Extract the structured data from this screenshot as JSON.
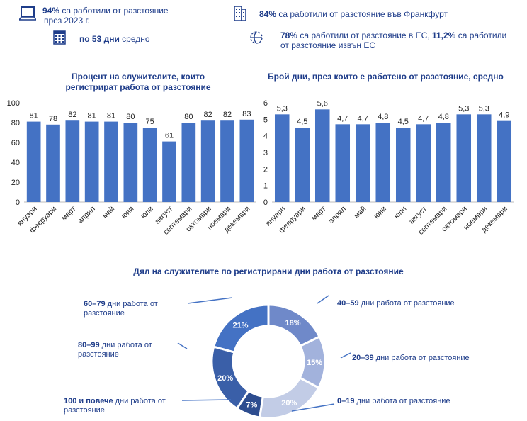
{
  "stats": [
    {
      "bold": "94%",
      "text": " са работили от разстояние",
      "text2": "през 2023 г.",
      "icon": "laptop-icon"
    },
    {
      "bold": "84%",
      "text": " са работили от разстояние във Франкфурт",
      "icon": "building-icon"
    },
    {
      "bold": "по 53 дни",
      "text": " средно",
      "icon": "calendar-icon"
    },
    {
      "bold": "78%",
      "text": " са работили от разстояние в ЕС, ",
      "bold2": "11,2%",
      "text2": " са работили",
      "text3": "от разстояние извън ЕС",
      "icon": "globe-icon"
    }
  ],
  "colors": {
    "bar": "#4472c4",
    "text": "#1f3d8a"
  },
  "chart_data": [
    {
      "type": "bar",
      "title": "Процент на служителите, които регистрират работа от разстояние",
      "categories": [
        "януари",
        "февруари",
        "март",
        "април",
        "май",
        "юни",
        "юли",
        "август",
        "септември",
        "октомври",
        "ноември",
        "декември"
      ],
      "values": [
        81,
        78,
        82,
        81,
        81,
        80,
        75,
        61,
        80,
        82,
        82,
        83
      ],
      "ylim": [
        0,
        100
      ],
      "yticks": [
        0,
        20,
        40,
        60,
        80,
        100
      ],
      "labels": [
        "81",
        "78",
        "82",
        "81",
        "81",
        "80",
        "75",
        "61",
        "80",
        "82",
        "82",
        "83"
      ]
    },
    {
      "type": "bar",
      "title": "Брой дни, през които е работено от разстояние, средно",
      "categories": [
        "януари",
        "февруари",
        "март",
        "април",
        "май",
        "юни",
        "юли",
        "август",
        "септември",
        "октомври",
        "ноември",
        "декември"
      ],
      "values": [
        5.3,
        4.5,
        5.6,
        4.7,
        4.7,
        4.8,
        4.5,
        4.7,
        4.8,
        5.3,
        5.3,
        4.9
      ],
      "ylim": [
        0,
        6
      ],
      "yticks": [
        0,
        1,
        2,
        3,
        4,
        5,
        6
      ],
      "labels": [
        "5,3",
        "4,5",
        "5,6",
        "4,7",
        "4,7",
        "4,8",
        "4,5",
        "4,7",
        "4,8",
        "5,3",
        "5,3",
        "4,9"
      ]
    },
    {
      "type": "pie",
      "title": "Дял на служителите по регистрирани дни работа от разстояние",
      "slices": [
        {
          "bold": "40–59",
          "label": " дни работа от разстояние",
          "value": 18,
          "text": "18%",
          "color": "#6f89c9"
        },
        {
          "bold": "20–39",
          "label": " дни работа от разстояние",
          "value": 15,
          "text": "15%",
          "color": "#a2b2dc"
        },
        {
          "bold": "0–19",
          "label": " дни работа от разстояние",
          "value": 20,
          "text": "20%",
          "color": "#c2cce6"
        },
        {
          "bold": "100 и повече",
          "label": " дни работа от разстояние",
          "value": 7,
          "text": "7%",
          "color": "#2d4d8f"
        },
        {
          "bold": "80–99",
          "label": " дни работа от разстояние",
          "value": 20,
          "text": "20%",
          "color": "#3a5fa8"
        },
        {
          "bold": "60–79",
          "label": " дни работа от разстояние",
          "value": 21,
          "text": "21%",
          "color": "#4472c4"
        }
      ]
    }
  ]
}
